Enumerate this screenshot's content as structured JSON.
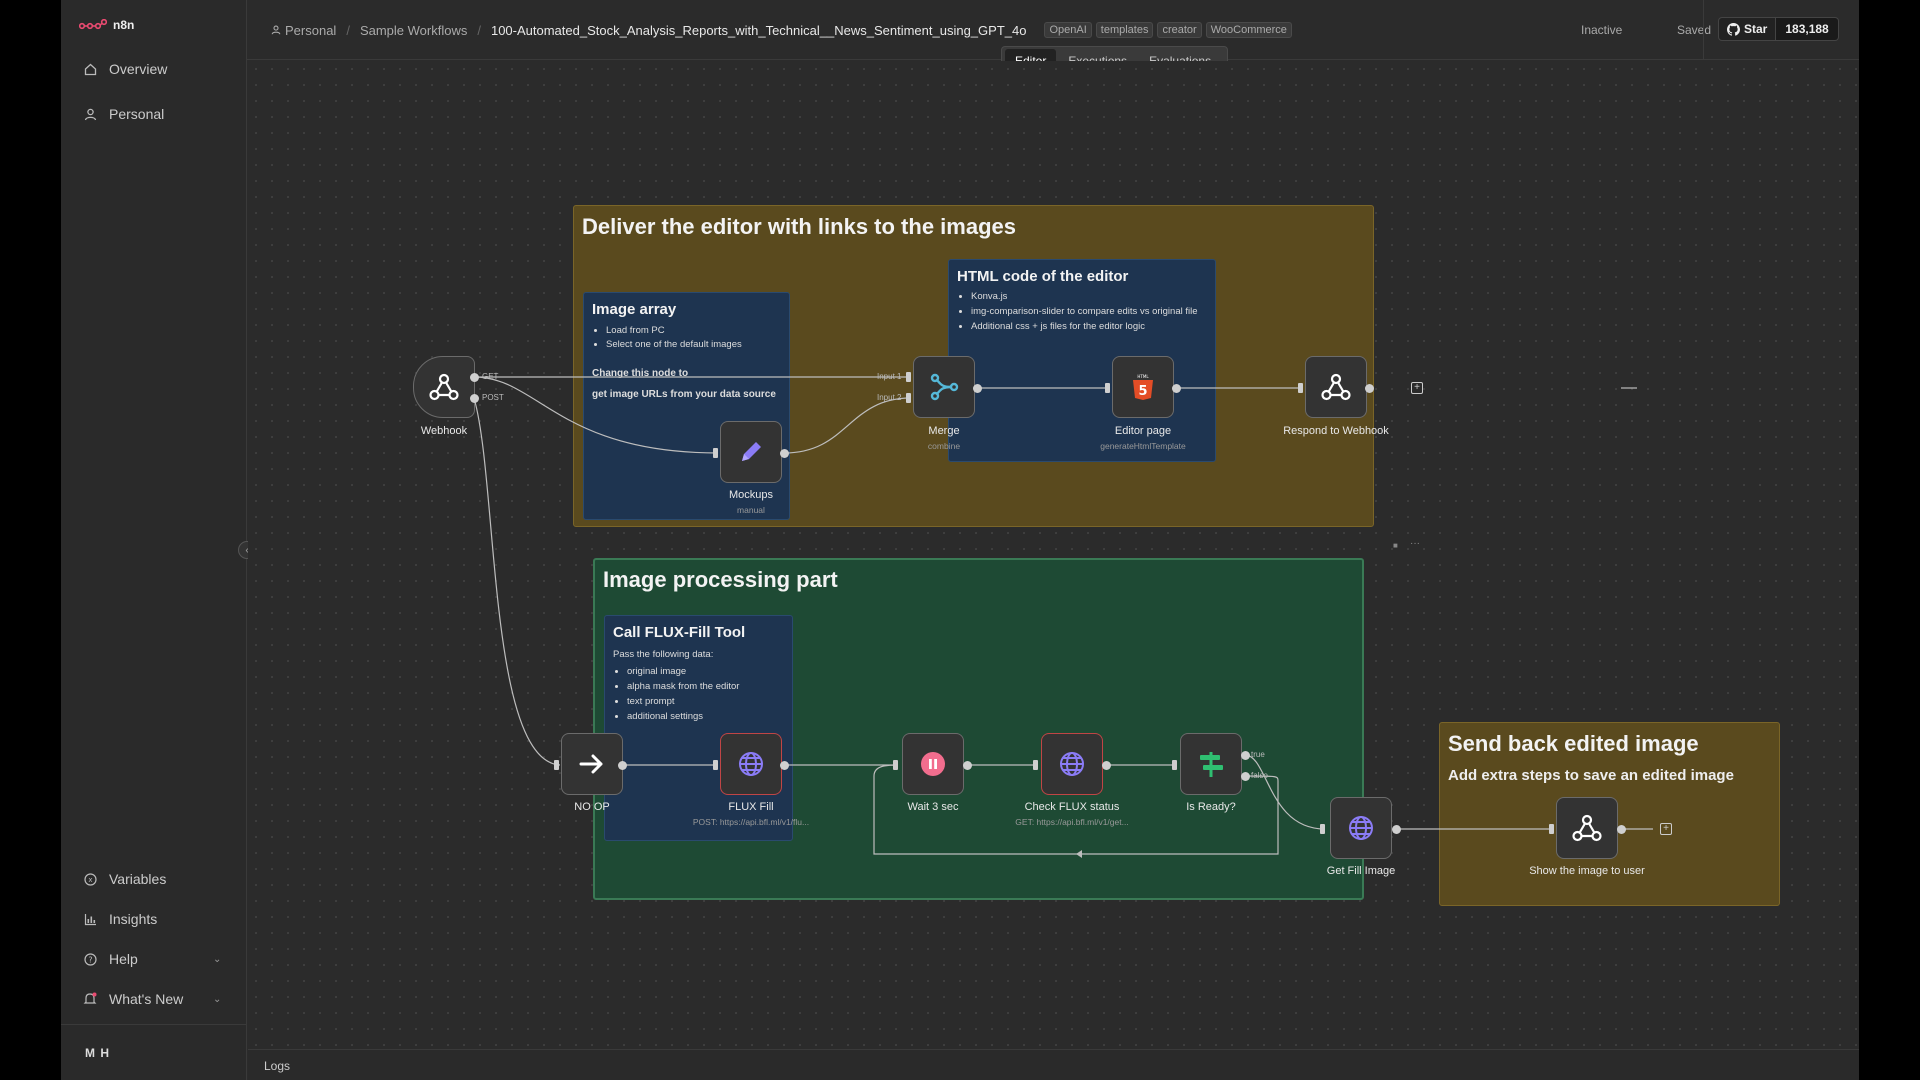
{
  "app": {
    "logo": "n8n"
  },
  "sidebar": {
    "items": [
      {
        "label": "Overview",
        "icon": "home-icon"
      },
      {
        "label": "Personal",
        "icon": "user-icon"
      }
    ],
    "bottom_items": [
      {
        "label": "Variables",
        "icon": "variables-icon"
      },
      {
        "label": "Insights",
        "icon": "chart-icon"
      },
      {
        "label": "Help",
        "icon": "help-icon"
      },
      {
        "label": "What's New",
        "icon": "bell-icon"
      }
    ],
    "user_initials": "M H"
  },
  "header": {
    "breadcrumbs": [
      "Personal",
      "Sample Workflows",
      "100-Automated_Stock_Analysis_Reports_with_Technical__News_Sentiment_using_GPT_4o"
    ],
    "tags": [
      "OpenAI",
      "templates",
      "creator",
      "WooCommerce"
    ],
    "status": "Inactive",
    "save_state": "Saved",
    "github_star": "Star",
    "github_count": "183,188"
  },
  "tabs": [
    "Editor",
    "Executions",
    "Evaluations"
  ],
  "active_tab": "Editor",
  "stickies": {
    "deliver": {
      "title": "Deliver the editor with links to the images"
    },
    "image_array": {
      "title": "Image array",
      "bullets": [
        "Load from PC",
        "Select one of the default images"
      ],
      "note1": "Change this node to",
      "note2": "get image URLs from your data source"
    },
    "html_code": {
      "title": "HTML code of the editor",
      "bullets": [
        "Konva.js",
        "img-comparison-slider to compare edits vs original file",
        "Additional css + js files for the editor logic"
      ]
    },
    "processing": {
      "title": "Image processing part"
    },
    "flux": {
      "title": "Call FLUX-Fill Tool",
      "intro": "Pass the following data:",
      "bullets": [
        "original image",
        "alpha mask from the editor",
        "text prompt",
        "additional settings"
      ]
    },
    "send_back": {
      "title": "Send back edited image",
      "subtitle": "Add extra steps to save an edited image"
    }
  },
  "nodes": {
    "webhook": {
      "label": "Webhook",
      "ports": [
        "GET",
        "POST"
      ]
    },
    "mockups": {
      "label": "Mockups",
      "sub": "manual"
    },
    "merge": {
      "label": "Merge",
      "sub": "combine",
      "inputs": [
        "Input 1",
        "Input 2"
      ]
    },
    "editor_page": {
      "label": "Editor page",
      "sub": "generateHtmlTemplate"
    },
    "respond": {
      "label": "Respond to Webhook"
    },
    "noop": {
      "label": "NO OP"
    },
    "flux_fill": {
      "label": "FLUX Fill",
      "sub": "POST: https://api.bfl.ml/v1/flu..."
    },
    "wait": {
      "label": "Wait 3 sec"
    },
    "check": {
      "label": "Check FLUX status",
      "sub": "GET: https://api.bfl.ml/v1/get..."
    },
    "is_ready": {
      "label": "Is Ready?",
      "ports": [
        "true",
        "false"
      ]
    },
    "get_fill": {
      "label": "Get Fill Image"
    },
    "show": {
      "label": "Show the image to user"
    }
  },
  "logs": {
    "label": "Logs"
  },
  "colors": {
    "yellow_sticky": "#5a4a1e",
    "green_sticky": "#1e4a34",
    "blue_sticky": "#1e3450",
    "error_border": "#c04545"
  }
}
